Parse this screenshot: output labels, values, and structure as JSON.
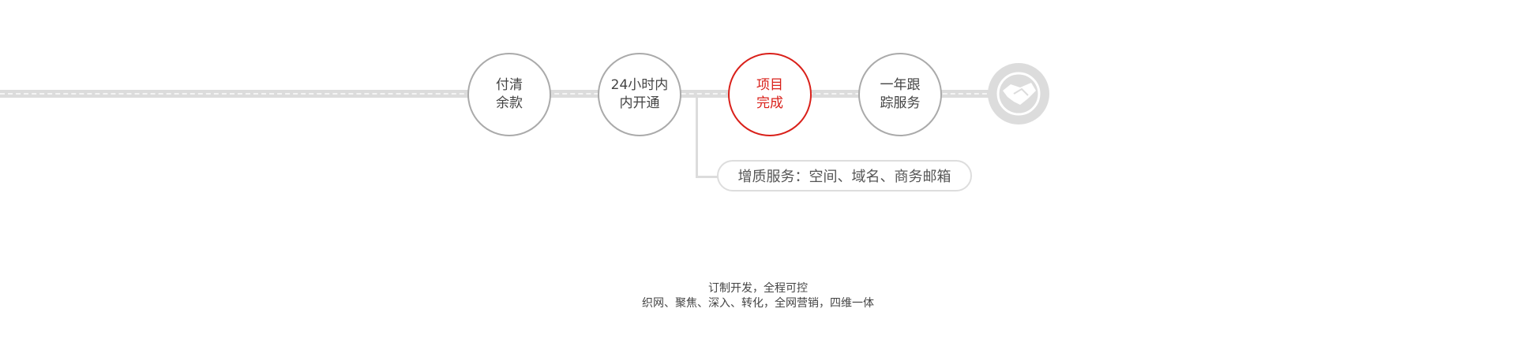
{
  "steps": [
    {
      "line1": "付清",
      "line2": "余款"
    },
    {
      "line1": "24小时内",
      "line2": "内开通"
    },
    {
      "line1": "项目",
      "line2": "完成"
    },
    {
      "line1": "一年跟",
      "line2": "踪服务"
    }
  ],
  "active_color": "#d9201a",
  "extra_service": "增质服务：空间、域名、商务邮箱",
  "footer": {
    "line1": "订制开发，全程可控",
    "line2": "织网、聚焦、深入、转化，全网营销，四维一体"
  }
}
